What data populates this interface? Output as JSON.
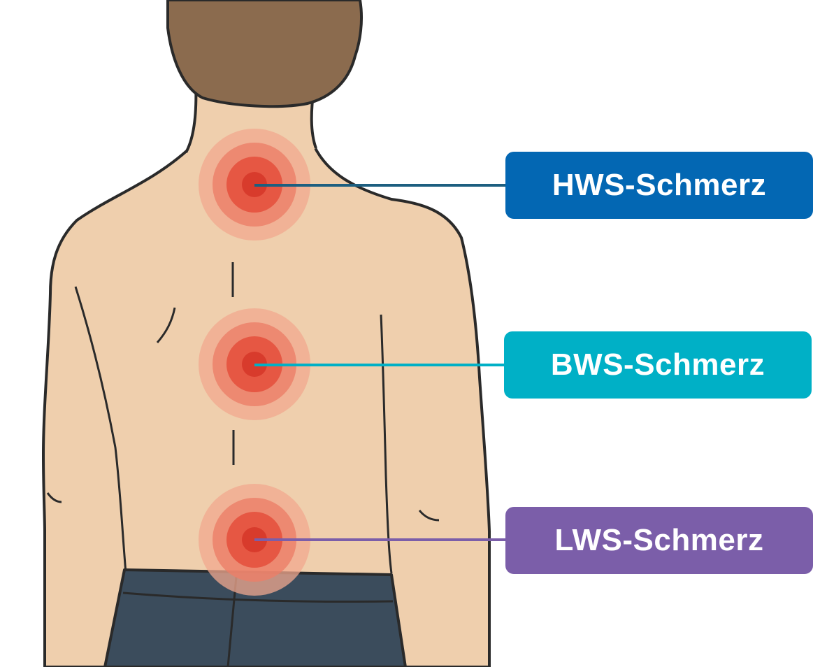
{
  "labels": {
    "hws": {
      "text": "HWS-Schmerz",
      "color": "#0367b3"
    },
    "bws": {
      "text": "BWS-Schmerz",
      "color": "#00b0c6"
    },
    "lws": {
      "text": "LWS-Schmerz",
      "color": "#7b5ea9"
    }
  },
  "colors": {
    "skin": "#efcfad",
    "skin_shadow": "#e2b893",
    "outline": "#2a2a2a",
    "hair": "#8b6b4e",
    "pants": "#3b4c5c",
    "pain_outer": "#f2a88f",
    "pain_mid": "#ec7e68",
    "pain_inner": "#e4523e",
    "pain_core": "#d83b2c"
  },
  "icons": {
    "pain_marker": "pain-spot-icon"
  }
}
